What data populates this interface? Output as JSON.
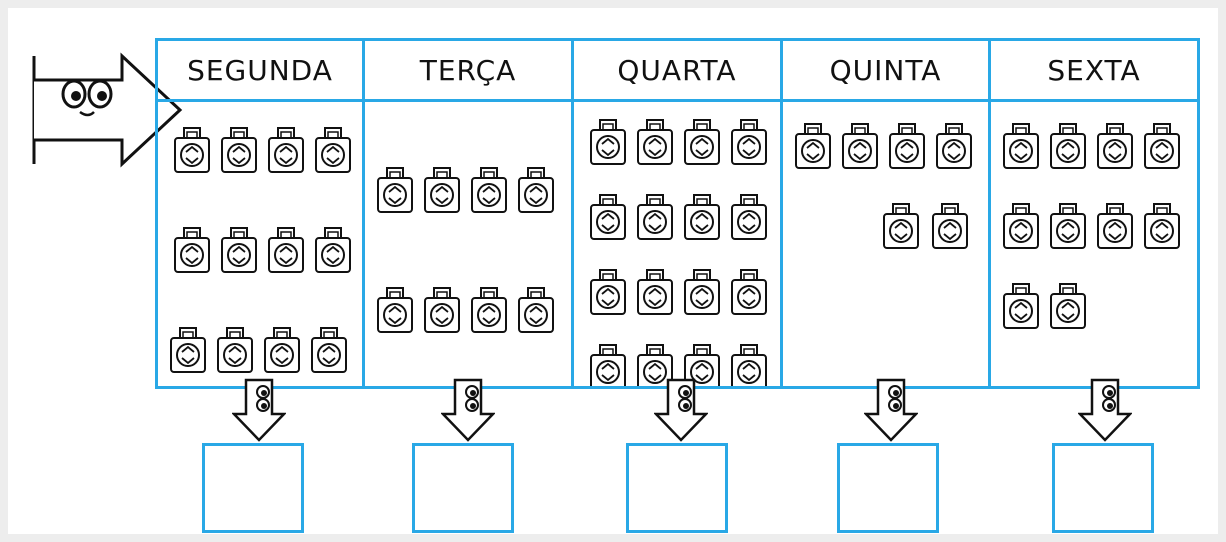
{
  "days": [
    {
      "label": "SEGUNDA",
      "bag_count": 12
    },
    {
      "label": "TERÇA",
      "bag_count": 8
    },
    {
      "label": "QUARTA",
      "bag_count": 16
    },
    {
      "label": "QUINTA",
      "bag_count": 6
    },
    {
      "label": "SEXTA",
      "bag_count": 10
    }
  ],
  "answer_boxes": [
    "",
    "",
    "",
    "",
    ""
  ],
  "colors": {
    "border": "#29a8e6",
    "ink": "#111111",
    "background": "#ffffff"
  },
  "icons": {
    "item": "recycle-bag-icon",
    "pointer": "cartoon-eyes-arrow-icon",
    "down": "cartoon-eyes-down-arrow-icon"
  }
}
